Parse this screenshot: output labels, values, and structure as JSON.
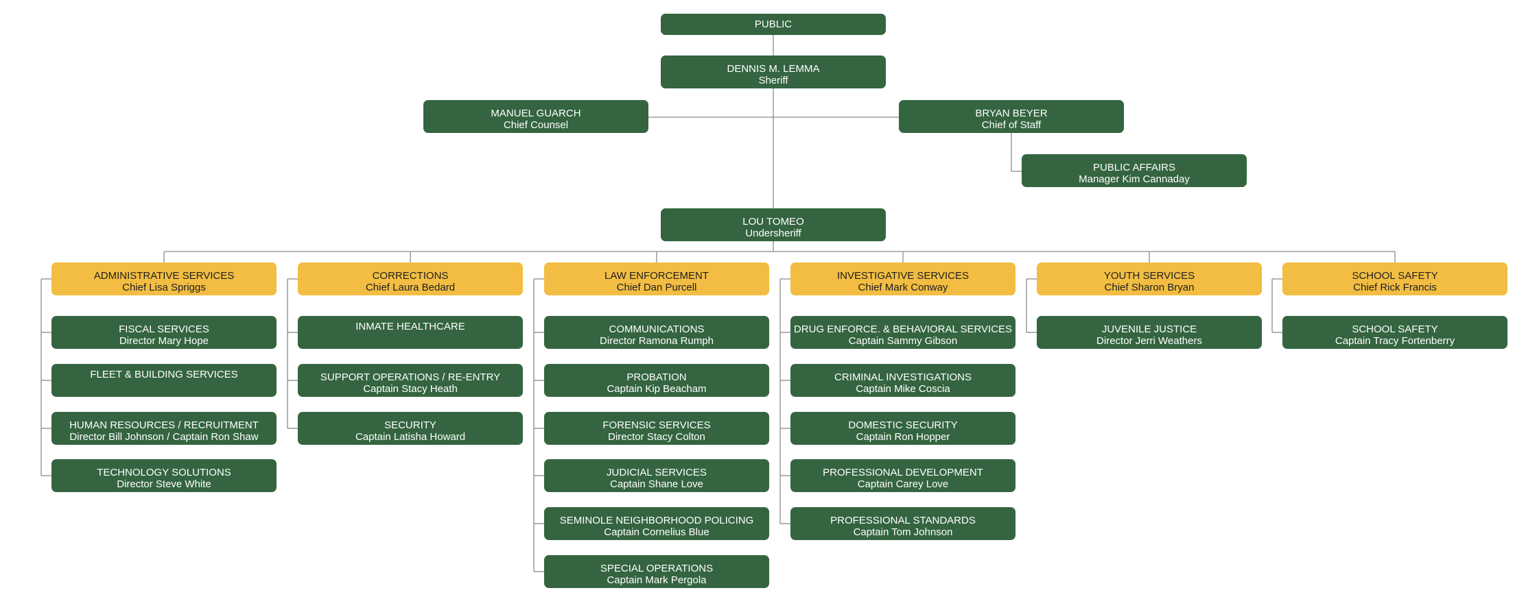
{
  "top": [
    {
      "title": "PUBLIC",
      "sub": ""
    },
    {
      "title": "DENNIS M. LEMMA",
      "sub": "Sheriff"
    },
    {
      "title": "MANUEL GUARCH",
      "sub": "Chief Counsel"
    },
    {
      "title": "BRYAN BEYER",
      "sub": "Chief of Staff"
    },
    {
      "title": "PUBLIC AFFAIRS",
      "sub": "Manager Kim Cannaday"
    },
    {
      "title": "LOU TOMEO",
      "sub": "Undersheriff"
    }
  ],
  "departments": [
    {
      "head": {
        "title": "ADMINISTRATIVE SERVICES",
        "sub": "Chief Lisa Spriggs"
      },
      "units": [
        {
          "title": "FISCAL SERVICES",
          "sub": "Director Mary Hope"
        },
        {
          "title": "FLEET & BUILDING SERVICES",
          "sub": ""
        },
        {
          "title": "HUMAN RESOURCES / RECRUITMENT",
          "sub": "Director Bill Johnson / Captain Ron Shaw"
        },
        {
          "title": "TECHNOLOGY SOLUTIONS",
          "sub": "Director Steve White"
        }
      ]
    },
    {
      "head": {
        "title": "CORRECTIONS",
        "sub": "Chief Laura Bedard"
      },
      "units": [
        {
          "title": "INMATE HEALTHCARE",
          "sub": ""
        },
        {
          "title": "SUPPORT OPERATIONS / RE-ENTRY",
          "sub": "Captain Stacy Heath"
        },
        {
          "title": "SECURITY",
          "sub": "Captain Latisha Howard"
        }
      ]
    },
    {
      "head": {
        "title": "LAW ENFORCEMENT",
        "sub": "Chief Dan Purcell"
      },
      "units": [
        {
          "title": "COMMUNICATIONS",
          "sub": "Director Ramona Rumph"
        },
        {
          "title": "PROBATION",
          "sub": "Captain Kip Beacham"
        },
        {
          "title": "FORENSIC SERVICES",
          "sub": "Director Stacy Colton"
        },
        {
          "title": "JUDICIAL SERVICES",
          "sub": "Captain Shane Love"
        },
        {
          "title": "SEMINOLE NEIGHBORHOOD POLICING",
          "sub": "Captain Cornelius Blue"
        },
        {
          "title": "SPECIAL OPERATIONS",
          "sub": "Captain Mark Pergola"
        }
      ]
    },
    {
      "head": {
        "title": "INVESTIGATIVE SERVICES",
        "sub": "Chief Mark Conway"
      },
      "units": [
        {
          "title": "DRUG ENFORCE. & BEHAVIORAL SERVICES",
          "sub": "Captain Sammy Gibson"
        },
        {
          "title": "CRIMINAL INVESTIGATIONS",
          "sub": "Captain Mike Coscia"
        },
        {
          "title": "DOMESTIC SECURITY",
          "sub": "Captain Ron Hopper"
        },
        {
          "title": "PROFESSIONAL DEVELOPMENT",
          "sub": "Captain Carey Love"
        },
        {
          "title": "PROFESSIONAL STANDARDS",
          "sub": "Captain Tom Johnson"
        }
      ]
    },
    {
      "head": {
        "title": "YOUTH SERVICES",
        "sub": "Chief Sharon Bryan"
      },
      "units": [
        {
          "title": "JUVENILE JUSTICE",
          "sub": "Director Jerri Weathers"
        }
      ]
    },
    {
      "head": {
        "title": "SCHOOL SAFETY",
        "sub": "Chief Rick Francis"
      },
      "units": [
        {
          "title": "SCHOOL SAFETY",
          "sub": "Captain Tracy Fortenberry"
        }
      ]
    }
  ],
  "colors": {
    "box_green": "#346540",
    "box_gold": "#f2bd42",
    "connector": "#8a8a8a"
  }
}
